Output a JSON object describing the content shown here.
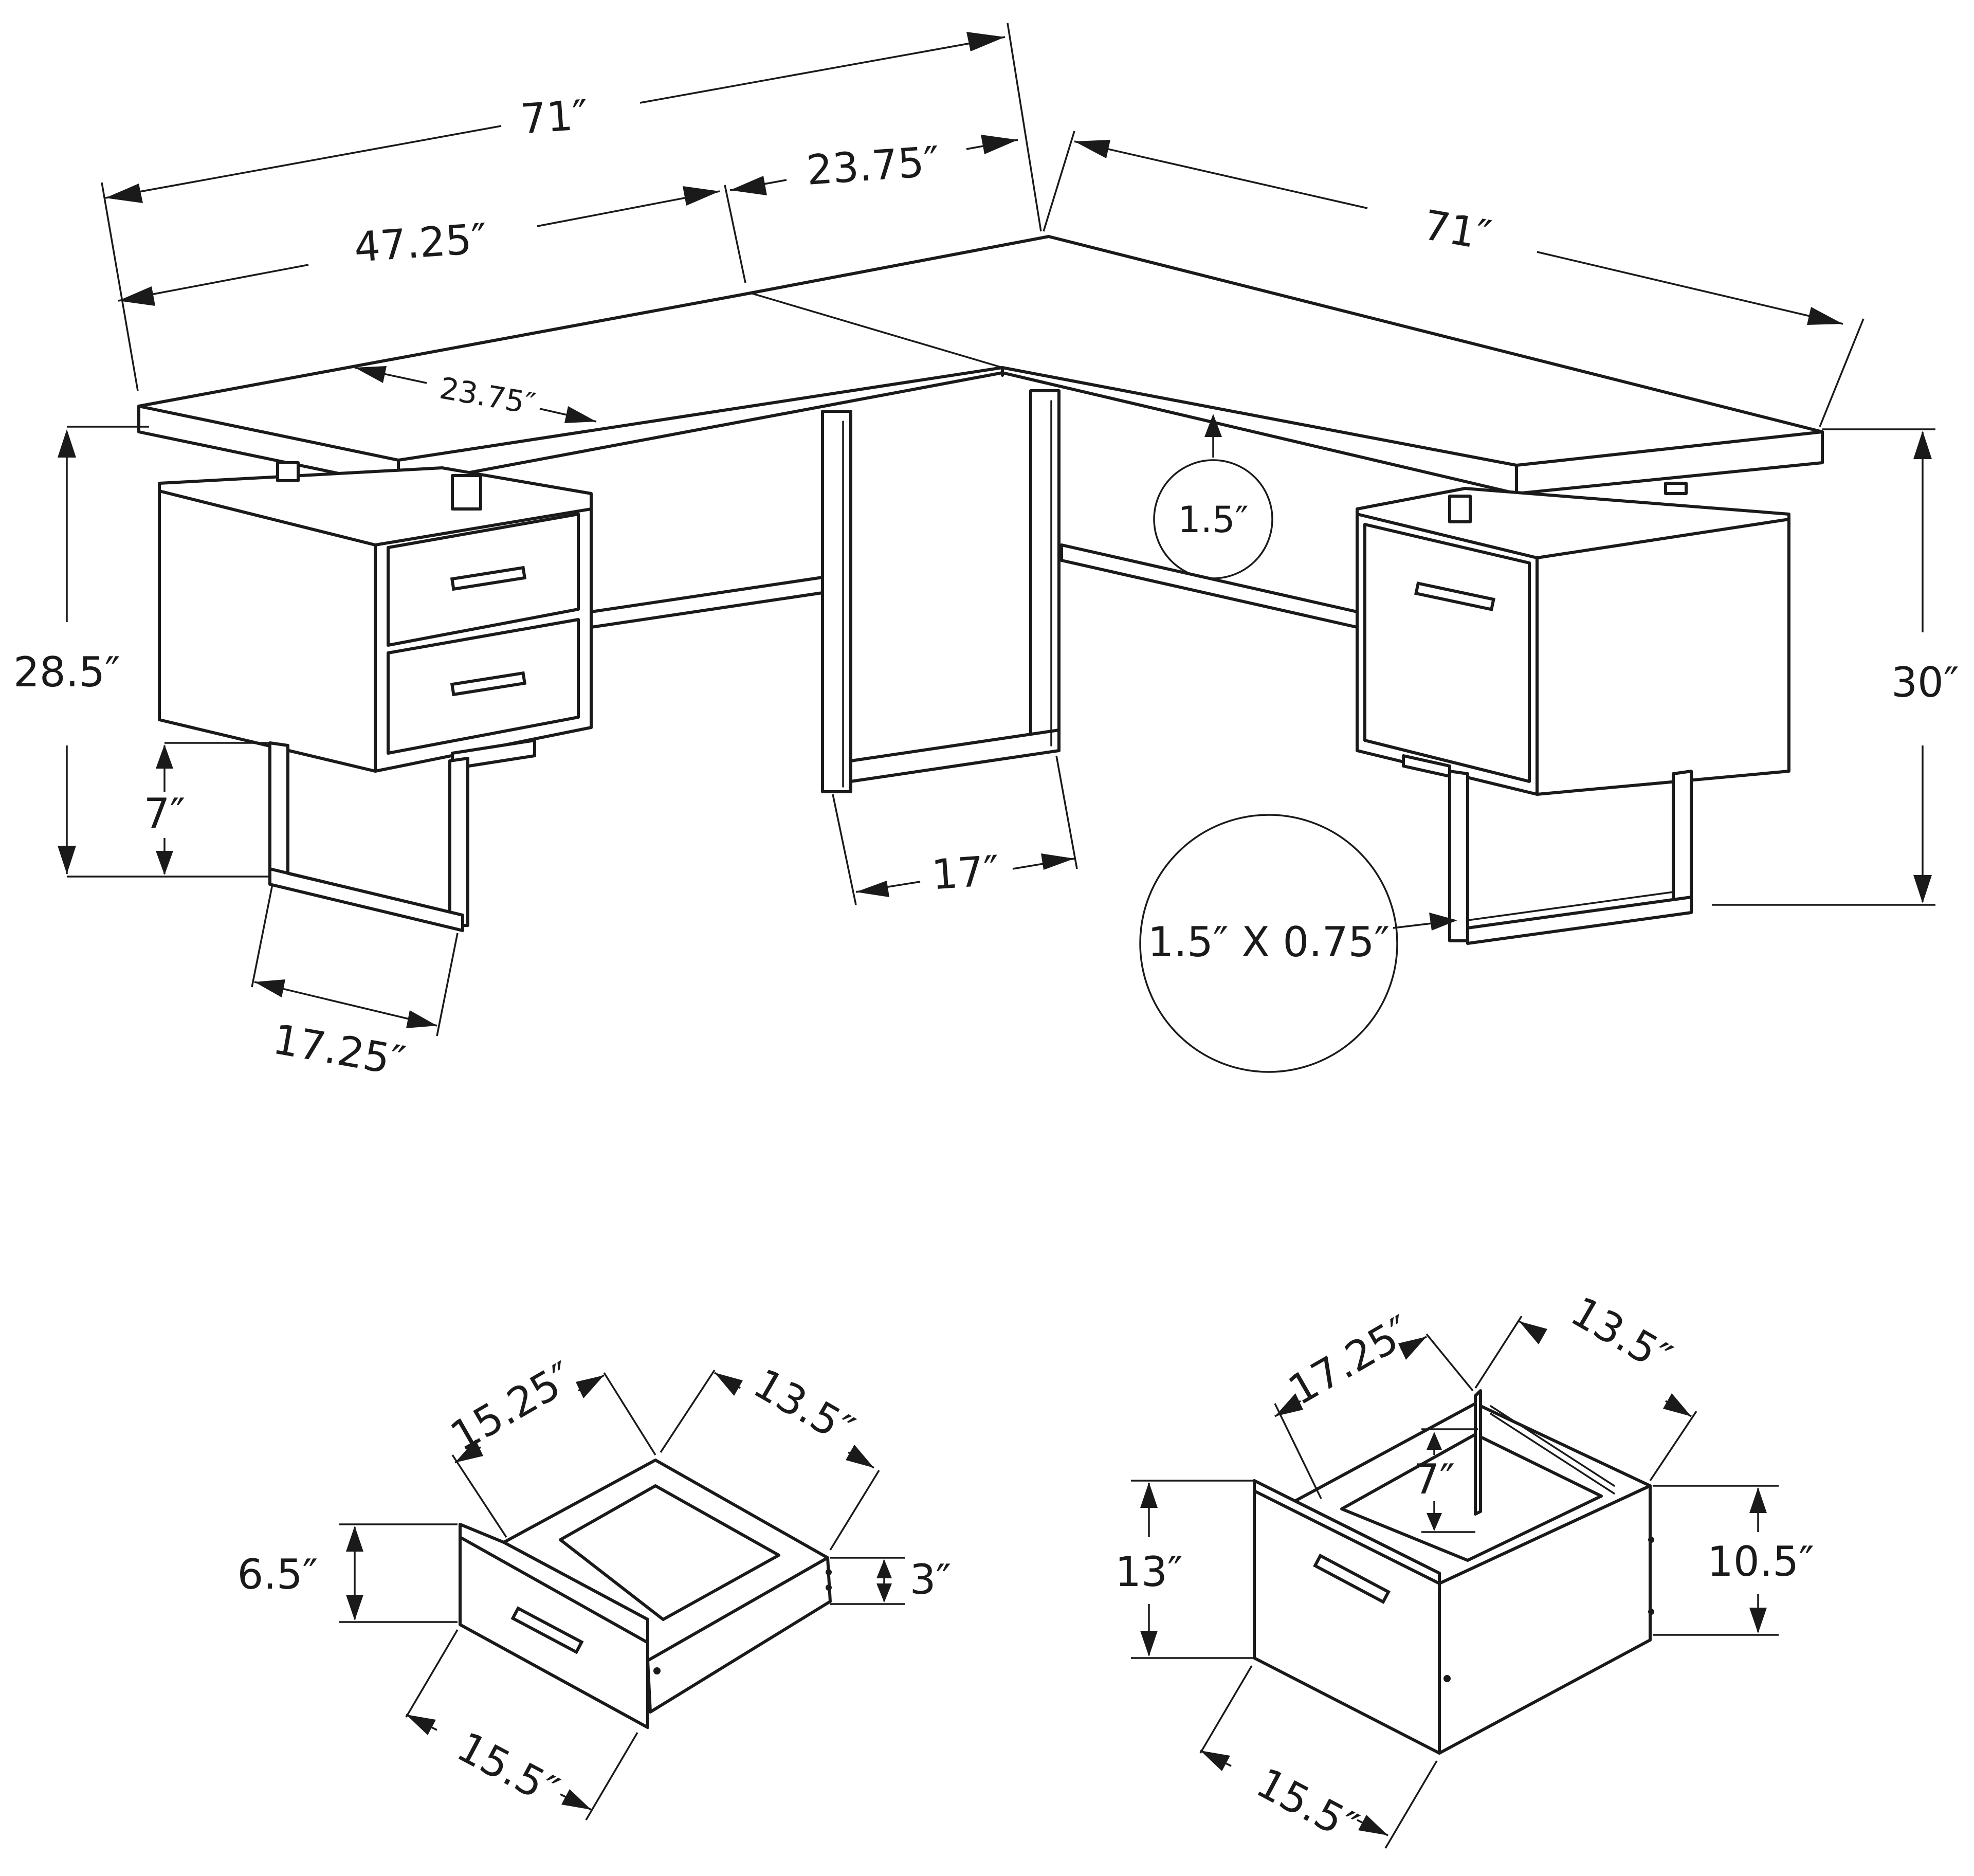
{
  "desk": {
    "total_width_left": "71″",
    "main_top_width": "47.25″",
    "return_width": "23.75″",
    "total_width_right": "71″",
    "top_depth": "23.75″",
    "top_thickness": "1.5″",
    "height_left": "28.5″",
    "height_right": "30″",
    "leg_clearance": "7″",
    "leg_depth_left": "17.25″",
    "center_leg_depth": "17″",
    "leg_profile": "1.5″ X 0.75″"
  },
  "small_drawer": {
    "depth": "15.25″",
    "inner_width": "13.5″",
    "front_height": "6.5″",
    "side_height": "3″",
    "front_width": "15.5″"
  },
  "file_drawer": {
    "depth": "17.25″",
    "inner_width": "13.5″",
    "inner_height": "7″",
    "front_height": "13″",
    "side_height": "10.5″",
    "front_width": "15.5″"
  },
  "colors": {
    "line": "#1a1a1a",
    "background": "#ffffff"
  }
}
